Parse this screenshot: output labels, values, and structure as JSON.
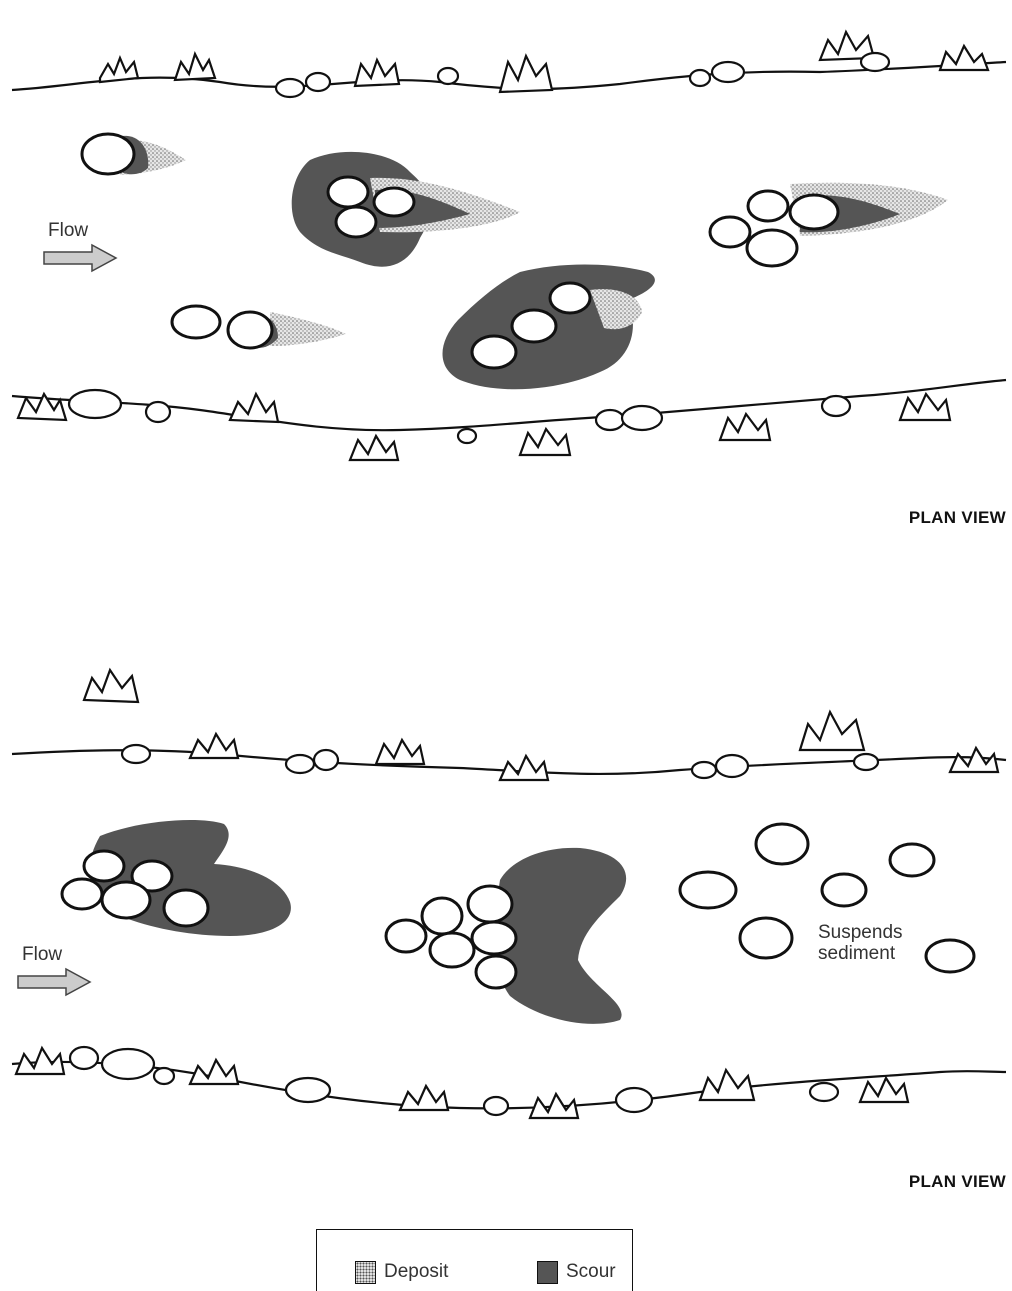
{
  "panels": [
    {
      "flow_label": "Flow",
      "view_label": "PLAN VIEW"
    },
    {
      "flow_label": "Flow",
      "view_label": "PLAN VIEW",
      "callout": [
        "Suspends",
        "sediment"
      ]
    }
  ],
  "legend": {
    "items": [
      {
        "label": "Deposit",
        "pattern": "stippled"
      },
      {
        "label": "Scour",
        "color": "#555555"
      }
    ]
  },
  "colors": {
    "scour": "#555555",
    "deposit": "#e3e3e3",
    "ink": "#111111"
  }
}
